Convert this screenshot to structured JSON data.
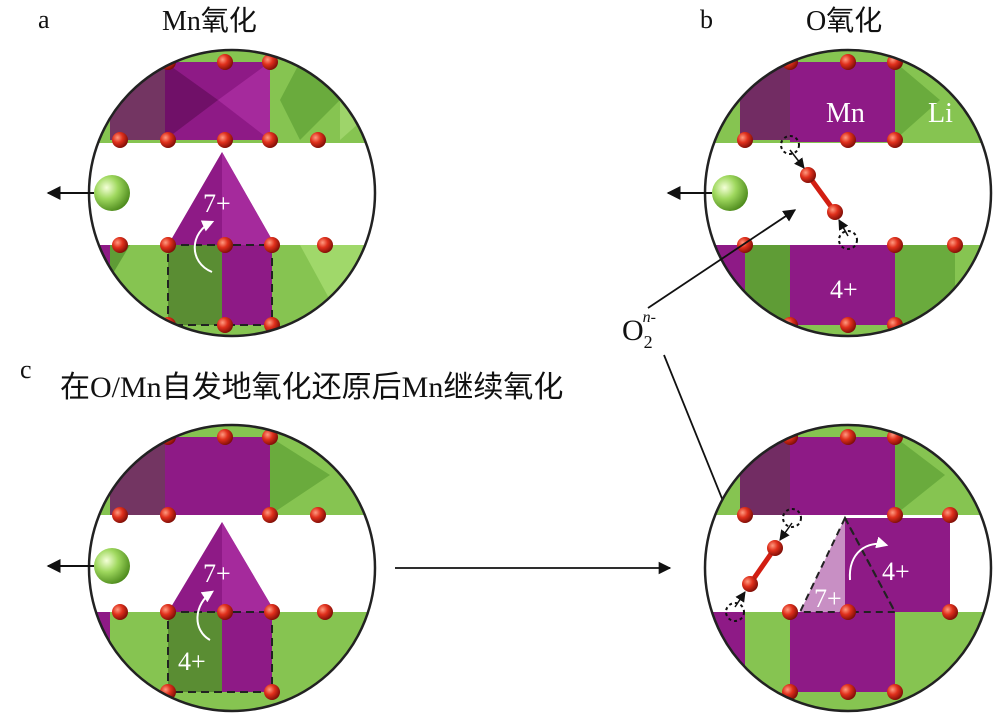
{
  "panels": {
    "a": {
      "letter": "a",
      "title": "Mn氧化",
      "state": "7+"
    },
    "b": {
      "letter": "b",
      "title": "O氧化",
      "mn_label": "Mn",
      "li_label": "Li",
      "state": "4+"
    },
    "c": {
      "letter": "c",
      "caption": "在O/Mn自发地氧化还原后Mn继续氧化",
      "state_top": "7+",
      "state_bottom": "4+"
    },
    "d": {
      "state_left": "7+",
      "state_right": "4+"
    }
  },
  "peroxo_label": {
    "base": "O",
    "sub": "2",
    "sup": "n-"
  },
  "colors": {
    "mn_purple": "#8e1a86",
    "li_green": "#7dc24a",
    "oxygen_red": "#d21e12",
    "ring": "#222222"
  }
}
